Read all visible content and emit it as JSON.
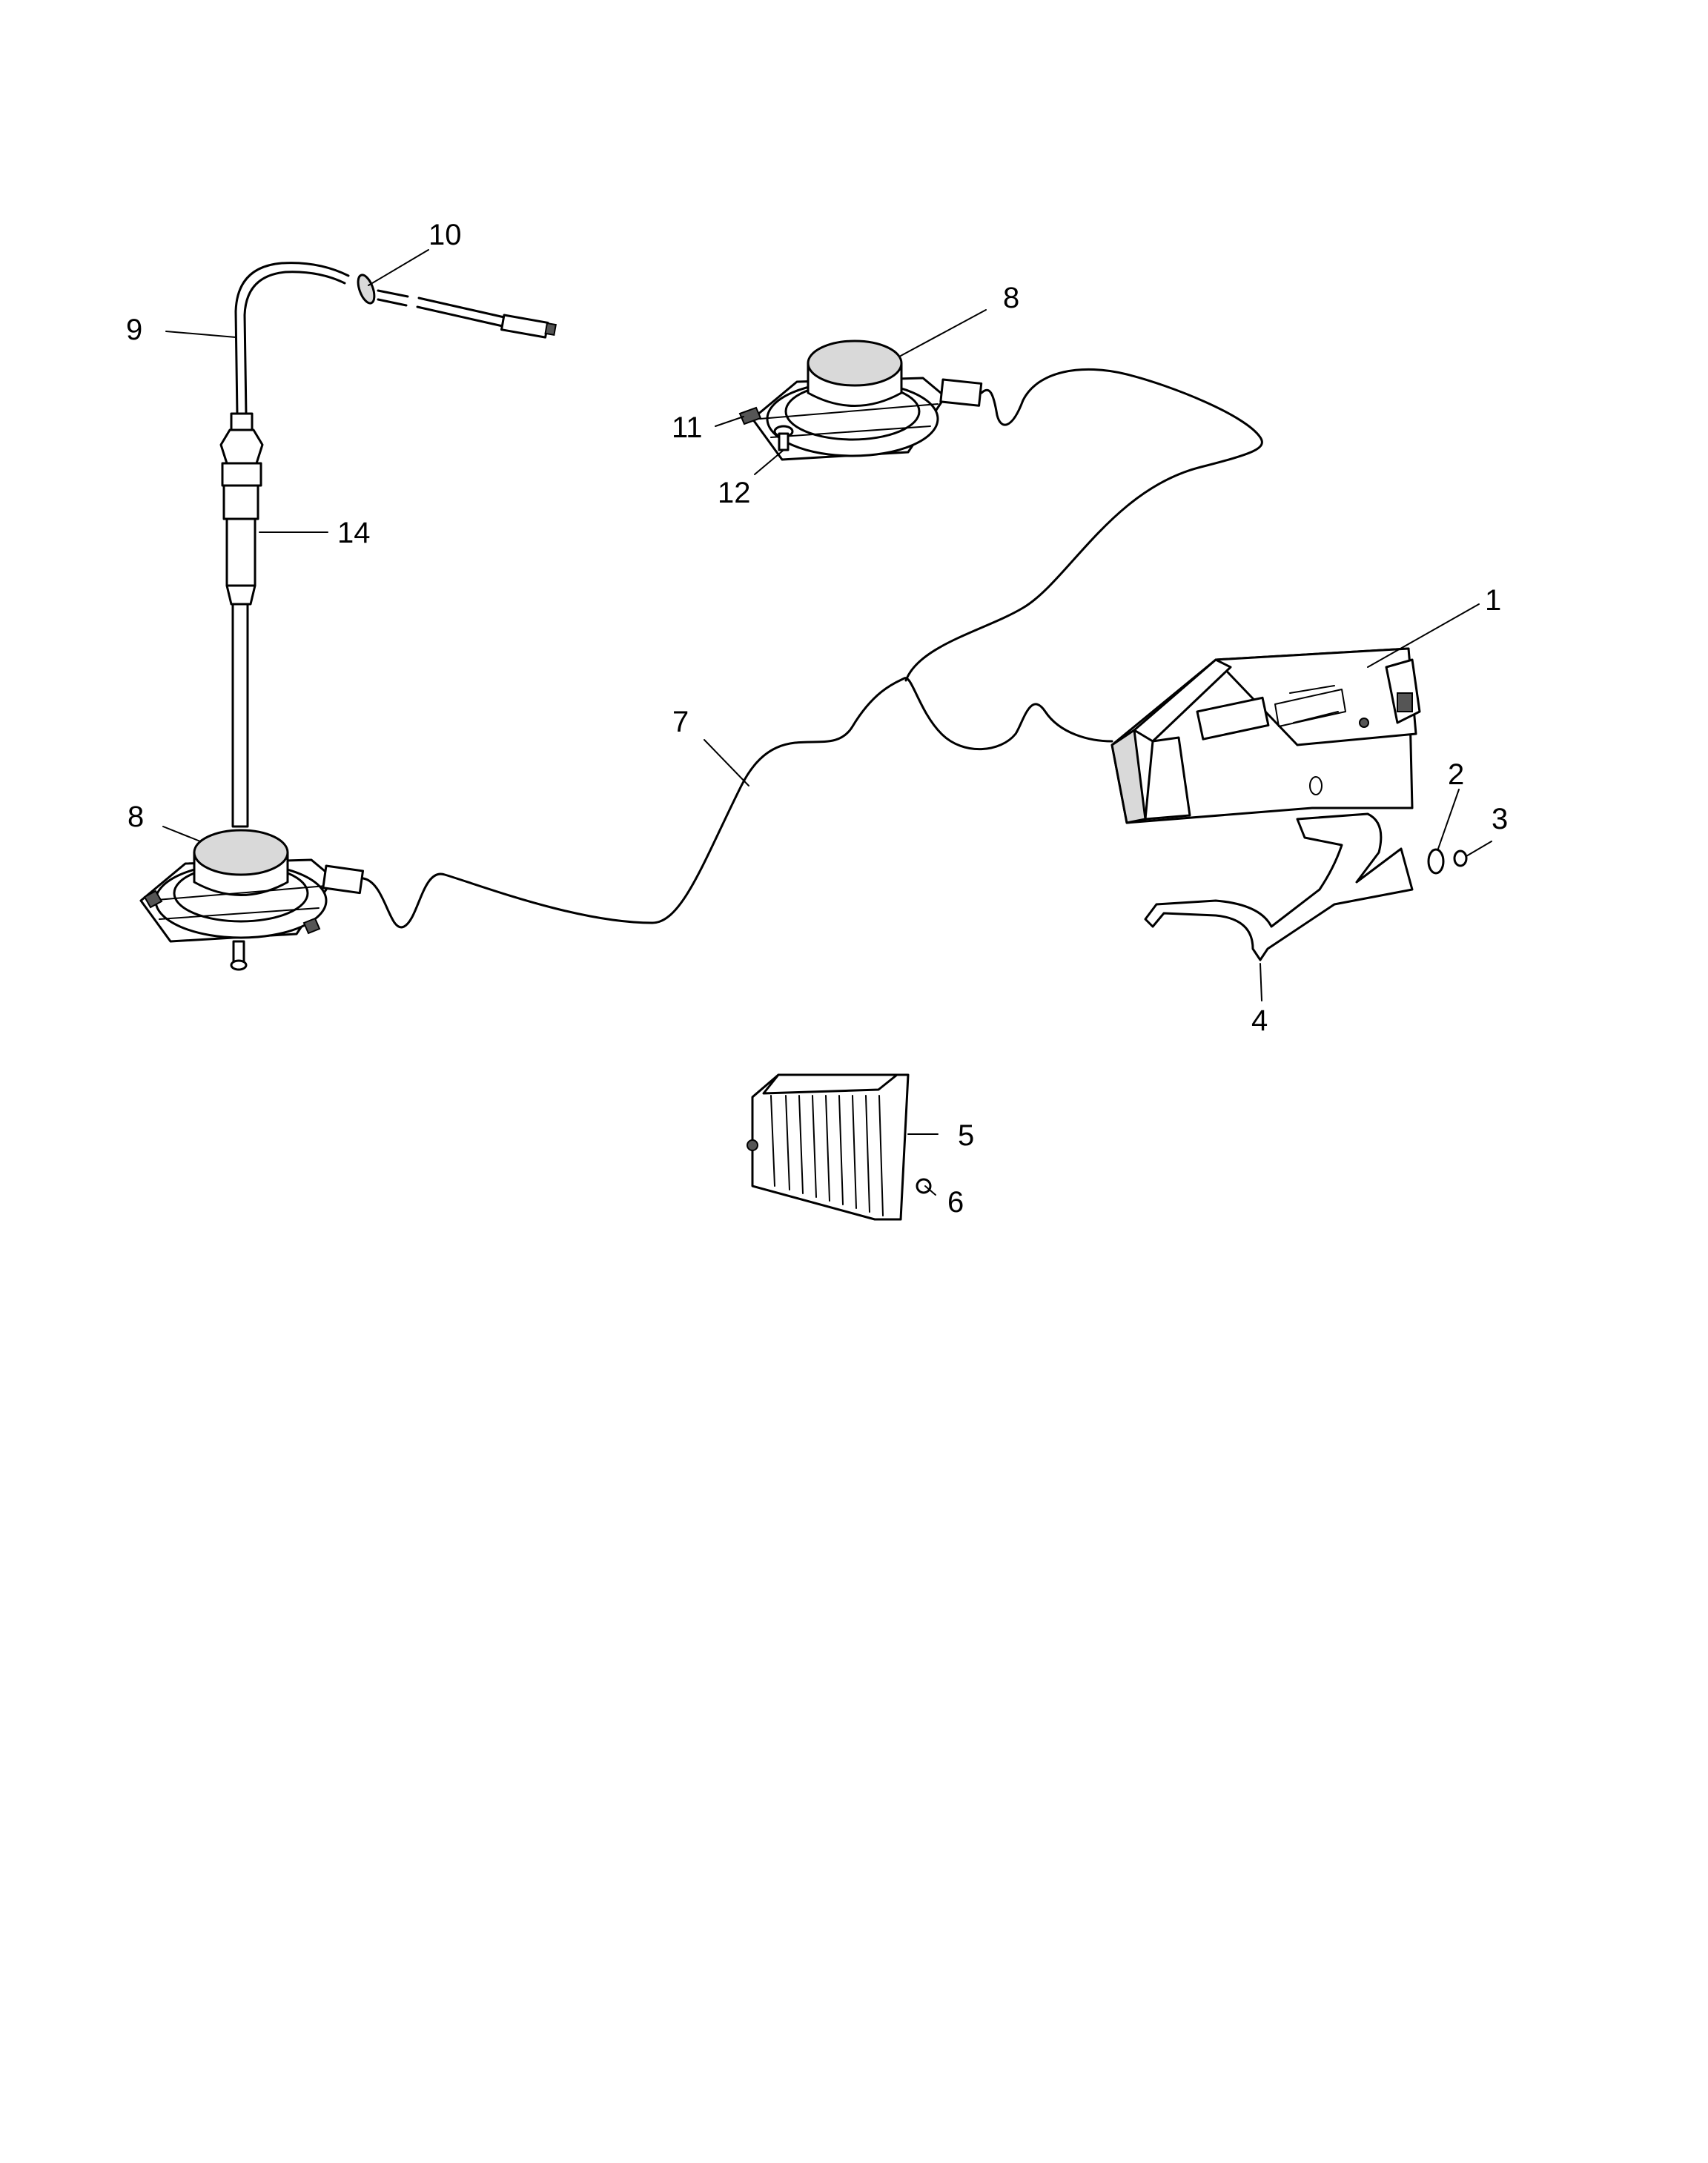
{
  "diagram": {
    "callouts": [
      {
        "id": "label-1",
        "text": "1"
      },
      {
        "id": "label-2",
        "text": "2"
      },
      {
        "id": "label-3",
        "text": "3"
      },
      {
        "id": "label-4",
        "text": "4"
      },
      {
        "id": "label-5",
        "text": "5"
      },
      {
        "id": "label-6",
        "text": "6"
      },
      {
        "id": "label-7",
        "text": "7"
      },
      {
        "id": "label-8-top",
        "text": "8"
      },
      {
        "id": "label-8-left",
        "text": "8"
      },
      {
        "id": "label-9",
        "text": "9"
      },
      {
        "id": "label-10",
        "text": "10"
      },
      {
        "id": "label-11",
        "text": "11"
      },
      {
        "id": "label-12",
        "text": "12"
      },
      {
        "id": "label-14",
        "text": "14"
      }
    ]
  }
}
